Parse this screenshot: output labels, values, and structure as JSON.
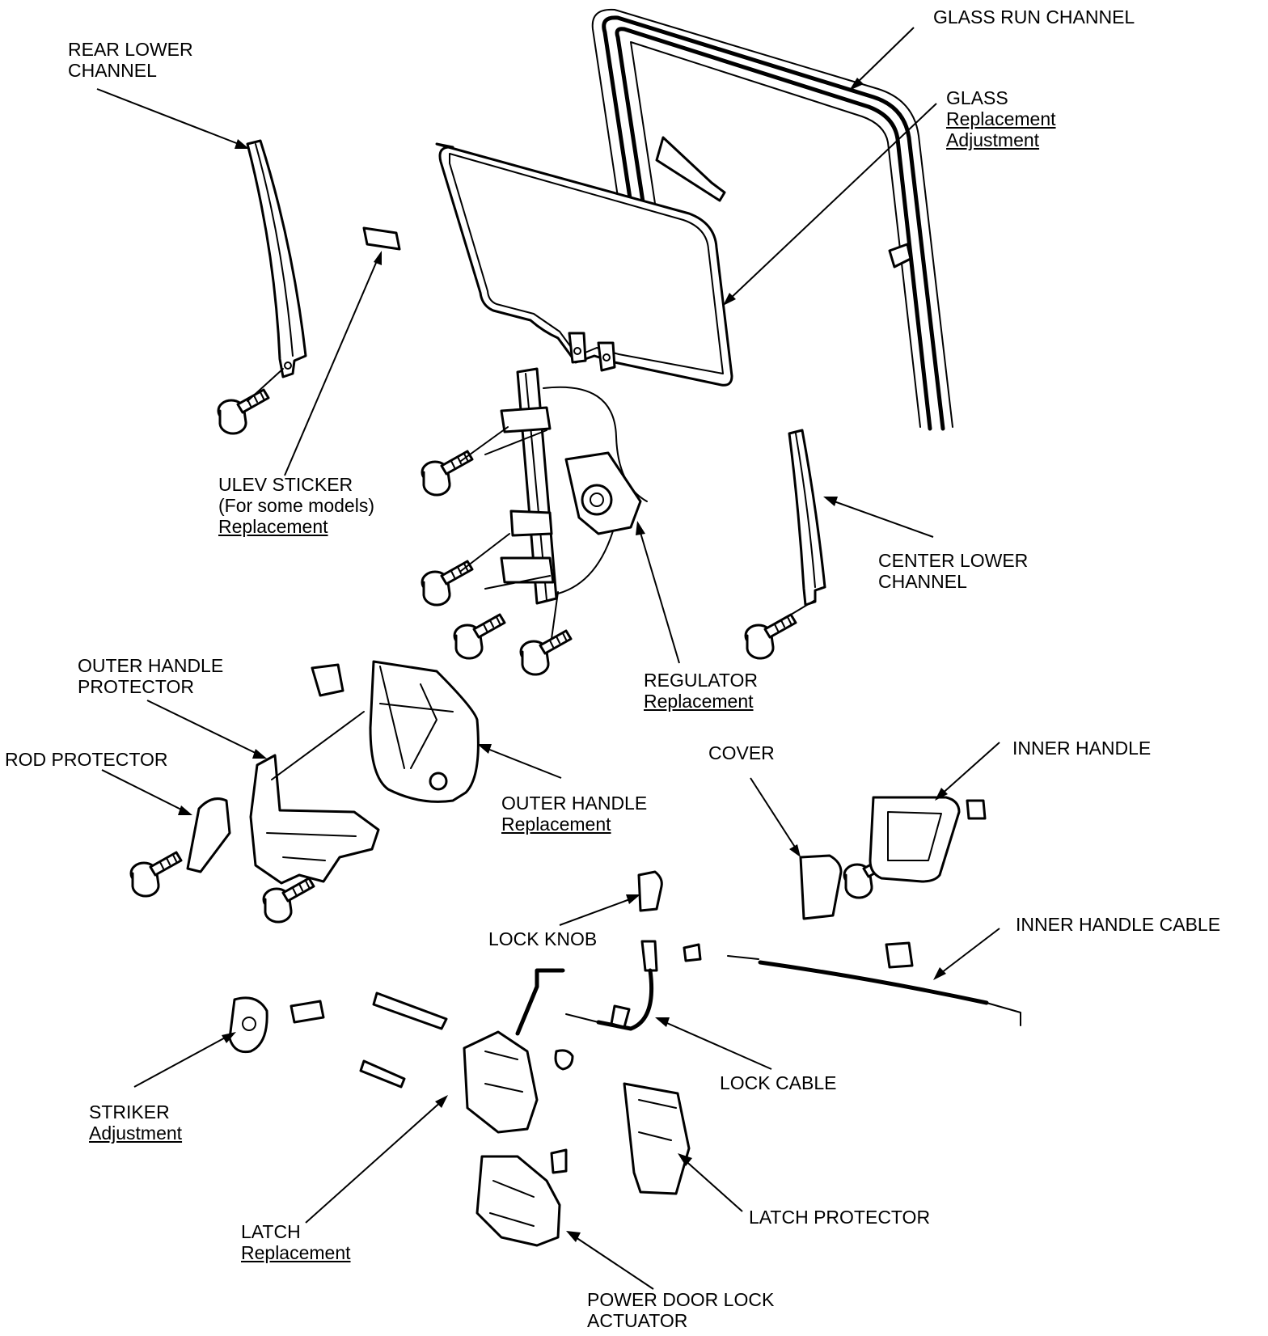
{
  "labels": {
    "glass_run_channel": [
      "GLASS RUN CHANNEL"
    ],
    "rear_lower_channel": [
      "REAR LOWER",
      "CHANNEL"
    ],
    "glass": [
      "GLASS"
    ],
    "glass_links": [
      "Replacement",
      "Adjustment"
    ],
    "ulev_sticker": [
      "ULEV STICKER",
      "(For some models)"
    ],
    "ulev_links": [
      "Replacement"
    ],
    "center_lower_channel": [
      "CENTER LOWER",
      "CHANNEL"
    ],
    "regulator": [
      "REGULATOR"
    ],
    "regulator_links": [
      "Replacement"
    ],
    "outer_handle_protector": [
      "OUTER HANDLE",
      "PROTECTOR"
    ],
    "rod_protector": [
      "ROD PROTECTOR"
    ],
    "outer_handle": [
      "OUTER HANDLE"
    ],
    "outer_handle_links": [
      "Replacement"
    ],
    "cover": [
      "COVER"
    ],
    "inner_handle": [
      "INNER HANDLE"
    ],
    "lock_knob": [
      "LOCK KNOB"
    ],
    "inner_handle_cable": [
      "INNER HANDLE CABLE"
    ],
    "lock_cable": [
      "LOCK CABLE"
    ],
    "striker": [
      "STRIKER"
    ],
    "striker_links": [
      "Adjustment"
    ],
    "latch_protector": [
      "LATCH PROTECTOR"
    ],
    "latch": [
      "LATCH"
    ],
    "latch_links": [
      "Replacement"
    ],
    "power_door_lock_actuator": [
      "POWER DOOR LOCK",
      "ACTUATOR"
    ]
  }
}
